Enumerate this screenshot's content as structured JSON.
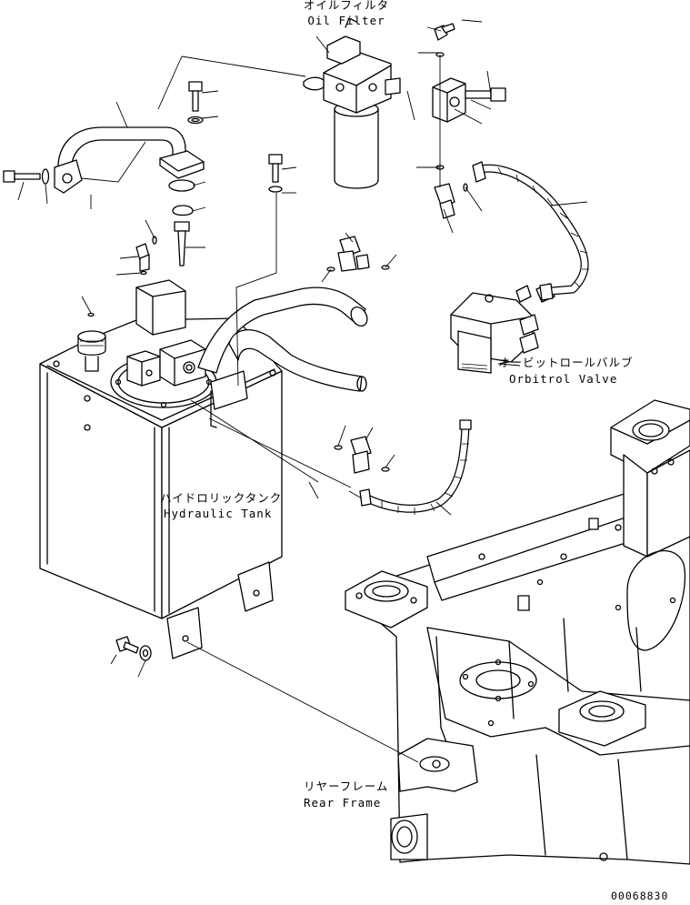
{
  "labels": {
    "oil_filter_jp": "オイルフィルタ",
    "oil_filter_en": "Oil Filter",
    "orbitrol_jp": "オービットロールバルブ",
    "orbitrol_en": "Orbitrol Valve",
    "tank_jp": "ハイドロリックタンク",
    "tank_en": "Hydraulic Tank",
    "frame_jp": "リヤーフレーム",
    "frame_en": "Rear Frame"
  },
  "drawing_number": "00068830"
}
